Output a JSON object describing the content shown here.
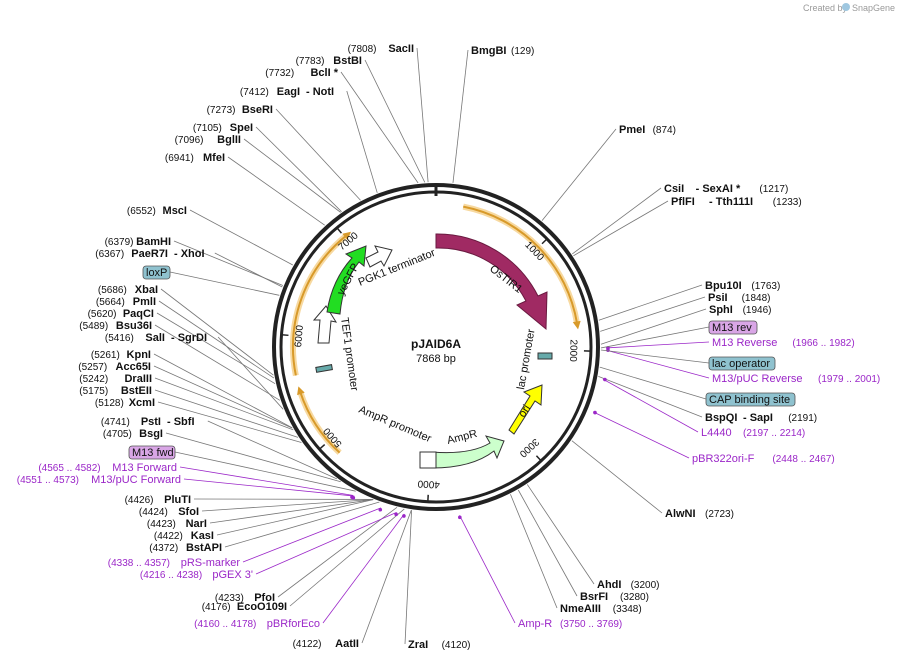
{
  "credit": "Created by",
  "brand": "SnapGene",
  "plasmid": {
    "name": "pJAID6A",
    "size": "7868 bp"
  },
  "ticks": [
    "1000",
    "2000",
    "3000",
    "4000",
    "5000",
    "6000",
    "7000"
  ],
  "enzymes_left": [
    {
      "pos": "(7808)",
      "name": "SacII"
    },
    {
      "pos": "(7783)",
      "name": "BstBI"
    },
    {
      "pos": "(7732)",
      "name": "BclI *"
    },
    {
      "pos": "(7412)",
      "name": "EagI",
      "name2": "- NotI"
    },
    {
      "pos": "(7273)",
      "name": "BseRI"
    },
    {
      "pos": "(7105)",
      "name": "SpeI"
    },
    {
      "pos": "(7096)",
      "name": "BglII"
    },
    {
      "pos": "(6941)",
      "name": "MfeI"
    },
    {
      "pos": "(6552)",
      "name": "MscI"
    },
    {
      "pos": "(6379)",
      "name": "BamHI"
    },
    {
      "pos": "(6367)",
      "name": "PaeR7I",
      "name2": "- XhoI"
    },
    {
      "pos": "(5686)",
      "name": "XbaI"
    },
    {
      "pos": "(5664)",
      "name": "PmlI"
    },
    {
      "pos": "(5620)",
      "name": "PaqCI"
    },
    {
      "pos": "(5489)",
      "name": "Bsu36I"
    },
    {
      "pos": "(5416)",
      "name": "SalI",
      "name2": "- SgrDI"
    },
    {
      "pos": "(5261)",
      "name": "KpnI"
    },
    {
      "pos": "(5257)",
      "name": "Acc65I"
    },
    {
      "pos": "(5242)",
      "name": "DraIII"
    },
    {
      "pos": "(5175)",
      "name": "BstEII"
    },
    {
      "pos": "(5128)",
      "name": "XcmI"
    },
    {
      "pos": "(4741)",
      "name": "PstI",
      "name2": "- SbfI"
    },
    {
      "pos": "(4705)",
      "name": "BsgI"
    },
    {
      "pos": "(4426)",
      "name": "PluTI"
    },
    {
      "pos": "(4424)",
      "name": "SfoI"
    },
    {
      "pos": "(4423)",
      "name": "NarI"
    },
    {
      "pos": "(4422)",
      "name": "KasI"
    },
    {
      "pos": "(4372)",
      "name": "BstAPI"
    },
    {
      "pos": "(4233)",
      "name": "PfoI"
    },
    {
      "pos": "(4176)",
      "name": "EcoO109I"
    },
    {
      "pos": "(4122)",
      "name": "AatII"
    }
  ],
  "enzymes_right": [
    {
      "name": "BmgBI",
      "pos": "(129)"
    },
    {
      "name": "PmeI",
      "pos": "(874)"
    },
    {
      "name": "CsiI",
      "name2": "- SexAI *",
      "pos": "(1217)"
    },
    {
      "name": "PflFI",
      "name2": "- Tth111I",
      "pos": "(1233)"
    },
    {
      "name": "Bpu10I",
      "pos": "(1763)"
    },
    {
      "name": "PsiI",
      "pos": "(1848)"
    },
    {
      "name": "SphI",
      "pos": "(1946)"
    },
    {
      "name": "BspQI",
      "name2": "- SapI",
      "pos": "(2191)"
    },
    {
      "name": "AlwNI",
      "pos": "(2723)"
    },
    {
      "name": "AhdI",
      "pos": "(3200)"
    },
    {
      "name": "BsrFI",
      "pos": "(3280)"
    },
    {
      "name": "NmeAIII",
      "pos": "(3348)"
    },
    {
      "name": "ZraI",
      "pos": "(4120)"
    }
  ],
  "primers": [
    {
      "name": "M13 Reverse",
      "range": "(1966 .. 1982)"
    },
    {
      "name": "M13/pUC Reverse",
      "range": "(1979 .. 2001)"
    },
    {
      "name": "L4440",
      "range": "(2197 .. 2214)"
    },
    {
      "name": "pBR322ori-F",
      "range": "(2448 .. 2467)"
    },
    {
      "name": "Amp-R",
      "range": "(3750 .. 3769)"
    },
    {
      "name": "M13 Forward",
      "range": "(4565 .. 4582)"
    },
    {
      "name": "M13/pUC Forward",
      "range": "(4551 .. 4573)"
    },
    {
      "name": "pRS-marker",
      "range": "(4338 .. 4357)"
    },
    {
      "name": "pGEX 3'",
      "range": "(4216 .. 4238)"
    },
    {
      "name": "pBRforEco",
      "range": "(4160 .. 4178)"
    }
  ],
  "boxed_features": [
    {
      "label": "M13 rev",
      "color": "#d9a6e6"
    },
    {
      "label": "lac operator",
      "color": "#8fc2cf"
    },
    {
      "label": "CAP binding site",
      "color": "#8fc2cf"
    },
    {
      "label": "loxP",
      "color": "#8fc2cf"
    },
    {
      "label": "M13 fwd",
      "color": "#d9a6e6"
    }
  ],
  "features": [
    {
      "label": "OsTIR1",
      "color": "#a02a63"
    },
    {
      "label": "lac promoter",
      "color": "#ffffff"
    },
    {
      "label": "ori",
      "color": "#ffff00"
    },
    {
      "label": "AmpR",
      "color": "#ccffcc"
    },
    {
      "label": "AmpR promoter",
      "color": "#ffffff"
    },
    {
      "label": "TEF1 promoter",
      "color": "#ffffff"
    },
    {
      "label": "yeGFP",
      "color": "#22dd22"
    },
    {
      "label": "PGK1 terminator",
      "color": "#ffffff"
    }
  ],
  "colors": {
    "backbone": "#222222",
    "primer": "#9b27c8",
    "orf_arc": "#d89a2a",
    "orf_glow": "#f7d9a0"
  }
}
